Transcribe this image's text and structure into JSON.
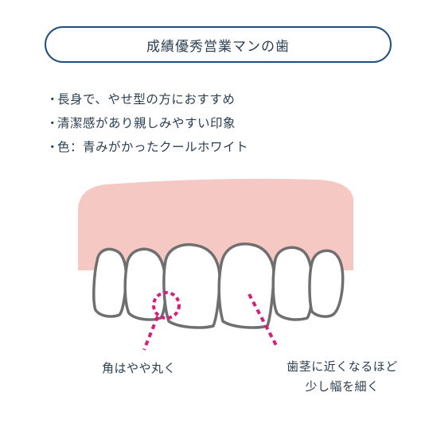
{
  "title": "成績優秀営業マンの歯",
  "bullets": [
    "長身で、やせ型の方におすすめ",
    "清潔感があり親しみやすい印象",
    "色：青みがかったクールホワイト"
  ],
  "annotations": {
    "corner": "角はやや丸く",
    "neck_line1": "歯茎に近くなるほど",
    "neck_line2": "少し幅を細く"
  },
  "colors": {
    "gum": "#f6c8c4",
    "outline": "#6f6f6f",
    "accent": "#d81b7d",
    "title_border": "#1f4e79"
  }
}
